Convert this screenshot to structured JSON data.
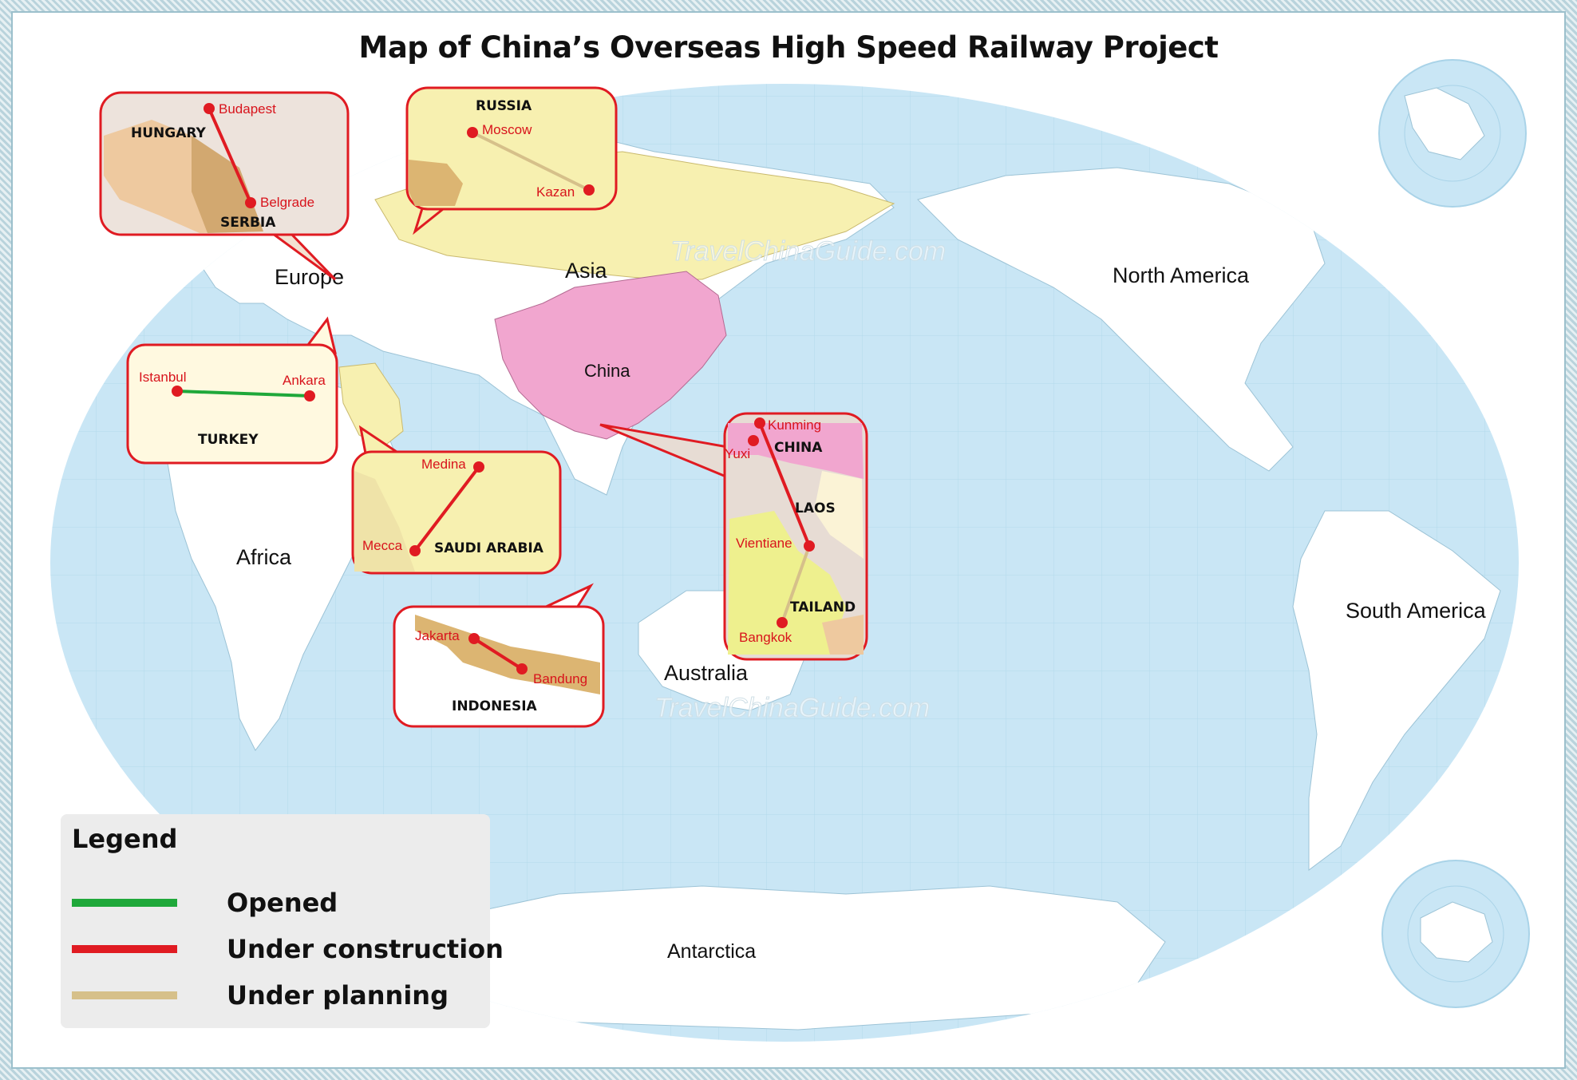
{
  "title": "Map of China’s Overseas High Speed Railway Project",
  "continents": {
    "europe": "Europe",
    "asia": "Asia",
    "africa": "Africa",
    "australia": "Australia",
    "antarctica": "Antarctica",
    "north_america": "North America",
    "south_america": "South America",
    "china": "China"
  },
  "watermark": "TravelChinaGuide.com",
  "callouts": {
    "hungary_serbia": {
      "country_a": "HUNGARY",
      "country_b": "SERBIA",
      "city_a": "Budapest",
      "city_b": "Belgrade",
      "status": "Under construction"
    },
    "russia": {
      "country": "RUSSIA",
      "city_a": "Moscow",
      "city_b": "Kazan",
      "status": "Under planning"
    },
    "turkey": {
      "country": "TURKEY",
      "city_a": "Istanbul",
      "city_b": "Ankara",
      "status": "Opened"
    },
    "saudi_arabia": {
      "country": "SAUDI ARABIA",
      "city_a": "Medina",
      "city_b": "Mecca",
      "status": "Under construction"
    },
    "indonesia": {
      "country": "INDONESIA",
      "city_a": "Jakarta",
      "city_b": "Bandung",
      "status": "Under construction"
    },
    "china_laos_thailand": {
      "country_a": "CHINA",
      "country_b": "LAOS",
      "country_c": "TAILAND",
      "city_a": "Kunming",
      "city_b": "Yuxi",
      "city_c": "Vientiane",
      "city_d": "Bangkok",
      "status_north": "Under construction",
      "status_south": "Under planning"
    }
  },
  "legend": {
    "title": "Legend",
    "items": [
      {
        "label": "Opened",
        "color": "#1fa83a"
      },
      {
        "label": "Under construction",
        "color": "#e01b22"
      },
      {
        "label": "Under planning",
        "color": "#d6c08a"
      }
    ]
  },
  "colors": {
    "ocean": "#c9e6f5",
    "land": "#ffffff",
    "china": "#f1a6cf",
    "planned_region": "#f7f0b0",
    "callout_border": "#e01b22",
    "city": "#d8141c"
  }
}
